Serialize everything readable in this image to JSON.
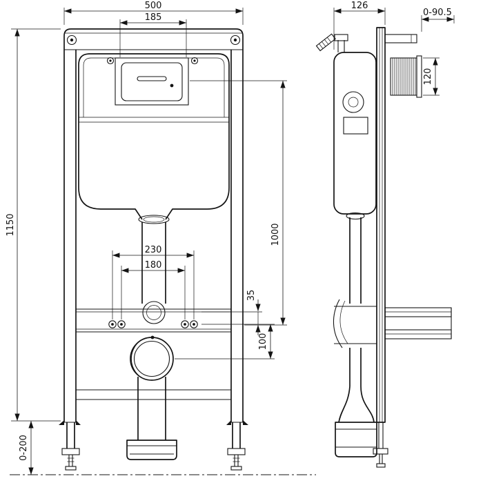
{
  "front": {
    "dims": {
      "width": "500",
      "plate_width": "185",
      "height": "1150",
      "bolt_outer": "230",
      "bolt_inner": "180",
      "supply_offset": "35",
      "outlet_drop": "100",
      "flush_height": "1000",
      "feet_range": "0-200"
    }
  },
  "side": {
    "dims": {
      "depth": "126",
      "wall_adjust": "0-90.5",
      "plate_height": "120"
    }
  }
}
